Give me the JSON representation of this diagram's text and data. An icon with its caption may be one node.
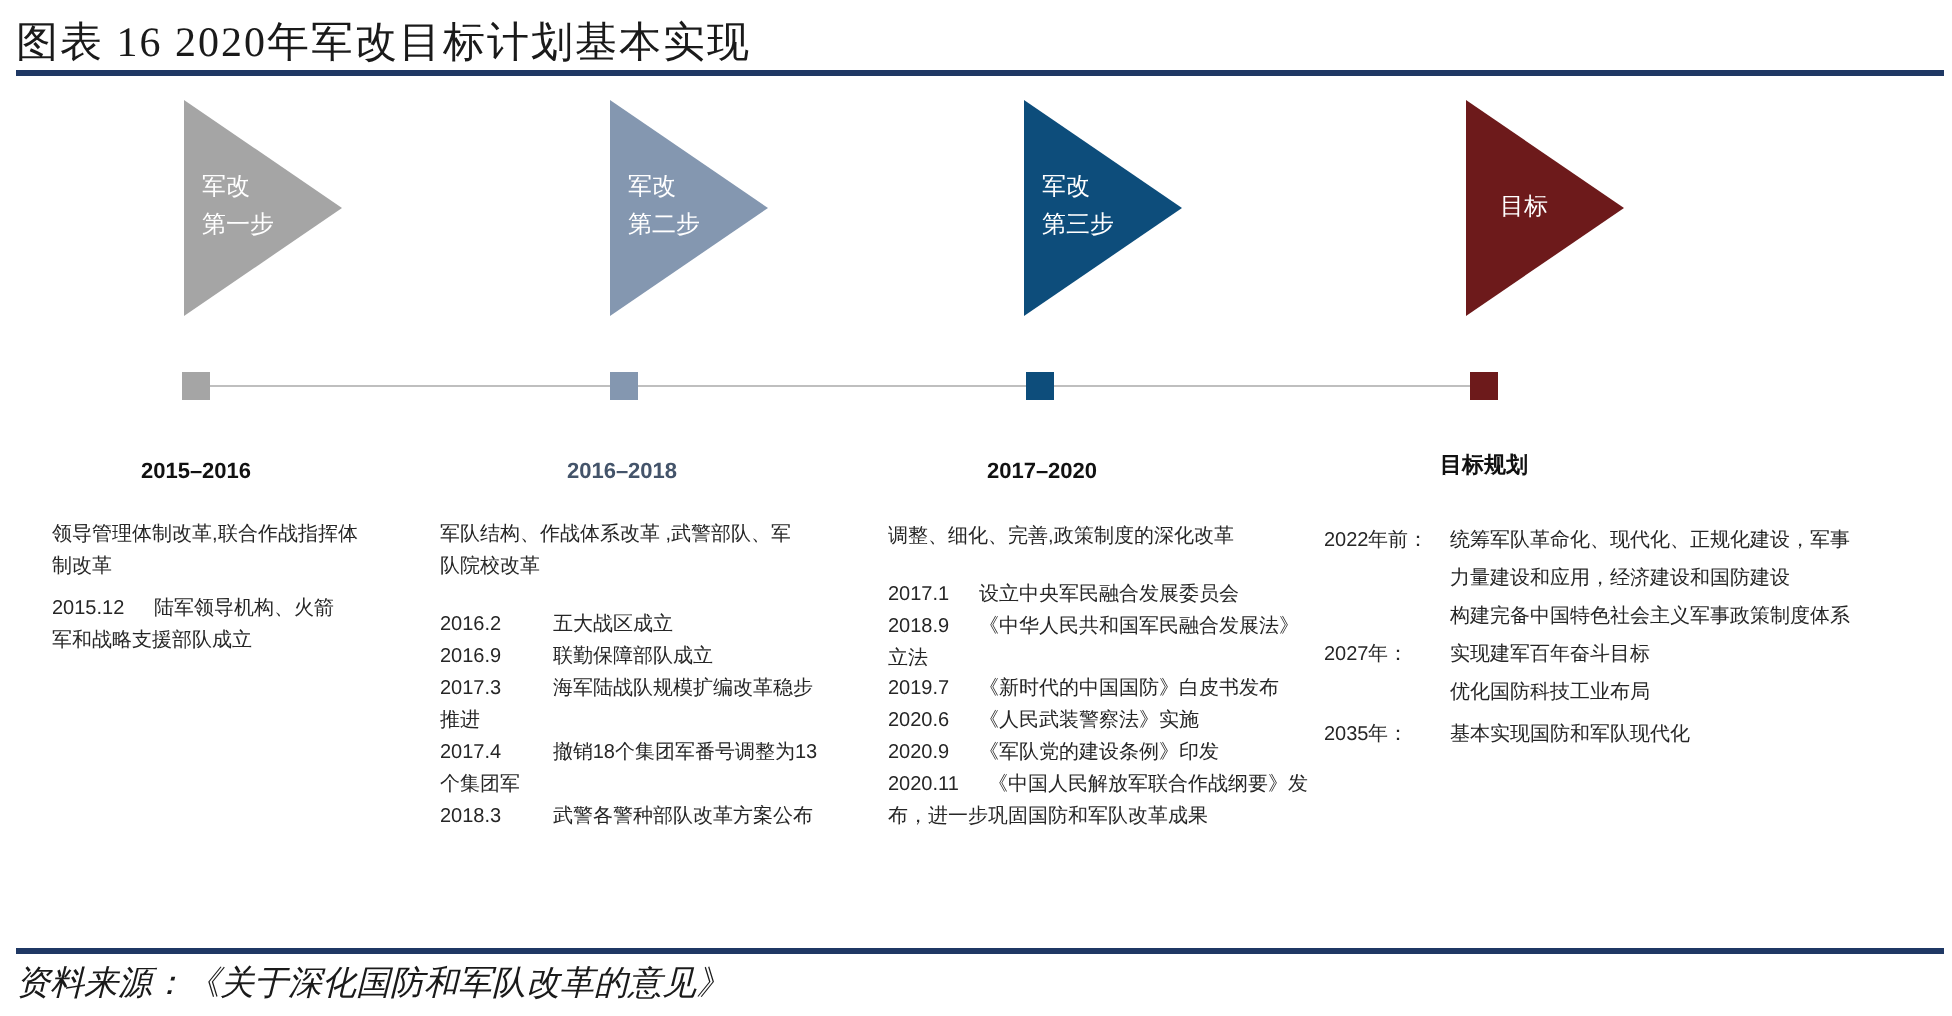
{
  "diagram": {
    "title": "图表 16 2020年军改目标计划基本实现",
    "caption": "资料来源：《关于深化国防和军队改革的意见》",
    "nodes": [
      {
        "text": [
          "军改第一步"
        ]
      },
      {
        "text": [
          "军改第二步"
        ]
      },
      {
        "text": [
          "军改第三步"
        ]
      },
      {
        "text": [
          "目标"
        ]
      },
      {
        "text": [],
        "shape": "box",
        "beside": [
          "2015–2016"
        ]
      },
      {
        "text": [],
        "shape": "box",
        "beside": [
          "2016–2018"
        ]
      },
      {
        "text": [],
        "shape": "box",
        "beside": [
          "2017–2020"
        ]
      },
      {
        "text": [],
        "shape": "box",
        "beside": [
          "目标规划"
        ]
      }
    ],
    "edges": [
      {
        "from": 4,
        "to": 5,
        "arrow": "none"
      },
      {
        "from": 5,
        "to": 6,
        "arrow": "none"
      },
      {
        "from": 6,
        "to": 7,
        "arrow": "none"
      }
    ],
    "labels": [
      "领导管理体制改革,联合作战指挥体制改革",
      "2015.12 陆军领导机构、火箭军和战略支援部队成立",
      "军队结构、作战体系改革 ,武警部队、军队院校改革",
      "2016.2 五大战区成立",
      "2016.9 联勤保障部队成立",
      "2017.3 海军陆战队规模扩编改革稳步推进",
      "2017.4 撤销18个集团军番号调整为13个集团军",
      "2018.3 武警各警种部队改革方案公布",
      "调整、细化、完善,政策制度的深化改革",
      "2017.1 设立中央军民融合发展委员会",
      "2018.9 《中华人民共和国军民融合发展法》立法",
      "2019.7 《新时代的中国国防》白皮书发布",
      "2020.6 《人民武装警察法》实施",
      "2020.9 《军队党的建设条例》印发",
      "2020.11 《中国人民解放军联合作战纲要》发布，进一步巩固国防和军队改革成果",
      "2022年前：",
      "统筹军队革命化、现代化、正规化建设，军事力量建设和应用，经济建设和国防建设",
      "构建完备中国特色社会主义军事政策制度体系",
      "2027年：",
      "实现建军百年奋斗目标",
      "优化国防科技工业布局",
      "2035年：",
      "基本实现国防和军队现代化"
    ]
  }
}
